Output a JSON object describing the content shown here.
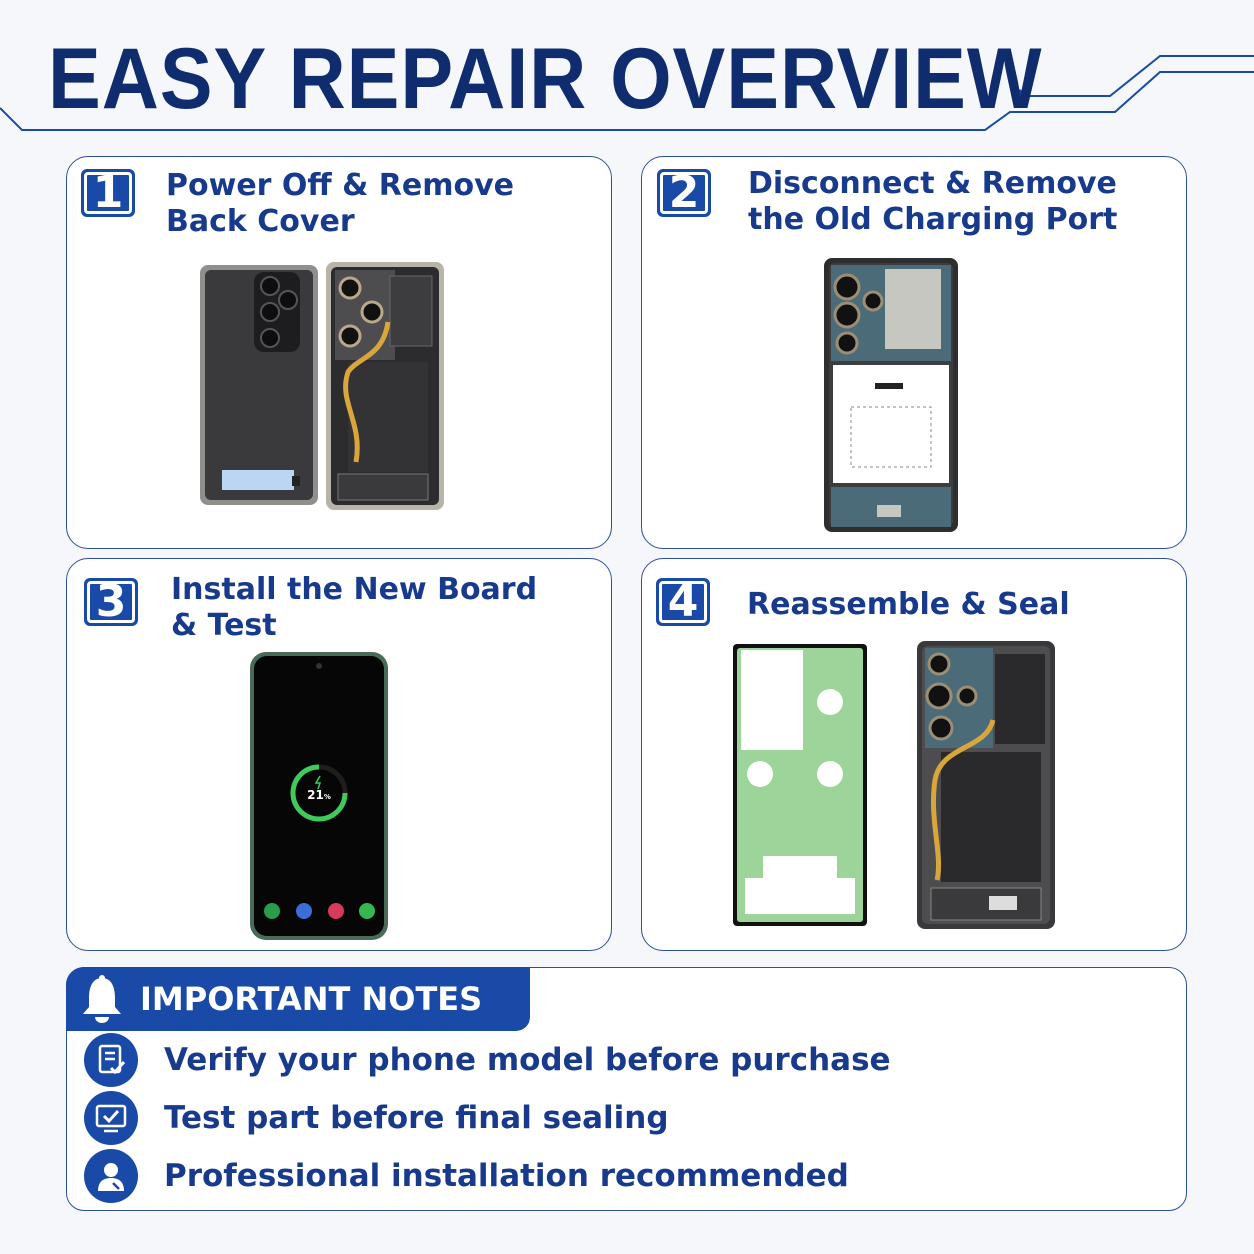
{
  "header": {
    "title": "EASY REPAIR OVERVIEW"
  },
  "steps": [
    {
      "number": "1",
      "title_line1": "Power Off & Remove",
      "title_line2": "Back Cover"
    },
    {
      "number": "2",
      "title_line1": "Disconnect & Remove",
      "title_line2": "the Old Charging Port"
    },
    {
      "number": "3",
      "title_line1": "Install the New Board",
      "title_line2": "& Test"
    },
    {
      "number": "4",
      "title_line1": "Reassemble & Seal",
      "title_line2": ""
    }
  ],
  "phone_screen": {
    "battery_percent": "21",
    "percent_sign": "%"
  },
  "notes": {
    "title": "IMPORTANT NOTES",
    "items": [
      {
        "text": "Verify your phone model before purchase",
        "icon": "document-check-icon"
      },
      {
        "text": "Test part before final sealing",
        "icon": "monitor-check-icon"
      },
      {
        "text": "Professional installation recommended",
        "icon": "technician-icon"
      }
    ]
  },
  "colors": {
    "brand": "#1a4aa8",
    "heading": "#0f2d6e",
    "text": "#173a8c",
    "adhesive": "#9dd49a"
  }
}
